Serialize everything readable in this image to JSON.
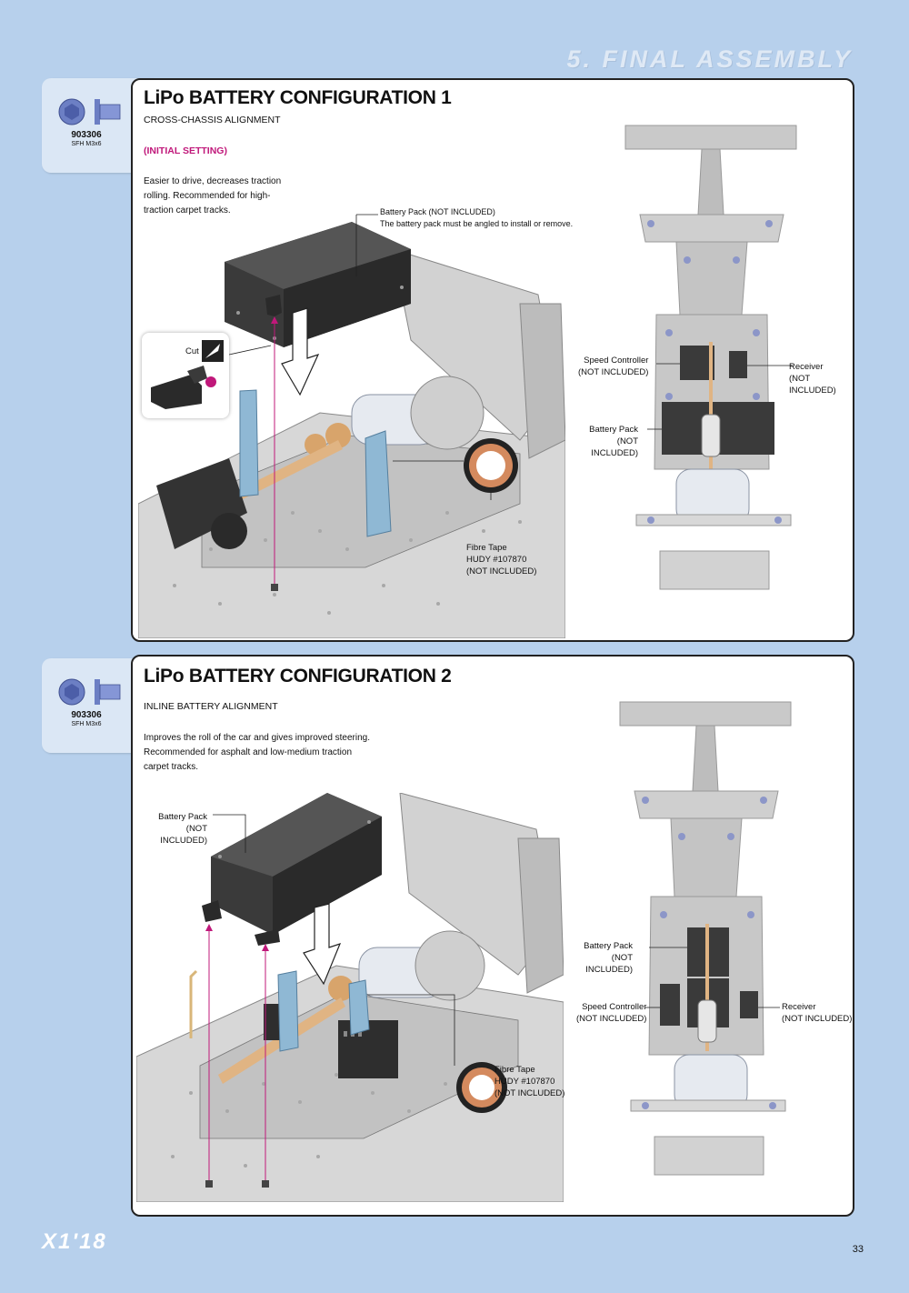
{
  "header": {
    "section_title": "5. FINAL ASSEMBLY"
  },
  "part": {
    "code": "903306",
    "desc": "SFH M3x6"
  },
  "config1": {
    "title": "LiPo BATTERY CONFIGURATION 1",
    "subtitle": "CROSS-CHASSIS ALIGNMENT",
    "note": "(INITIAL SETTING)",
    "description": [
      "Easier to drive, decreases traction",
      "rolling. Recommended for high-",
      "traction carpet tracks."
    ],
    "battery_label": [
      "Battery Pack (NOT INCLUDED)",
      "The battery pack must be angled to install or remove."
    ],
    "cut_label": "Cut",
    "fibre_label": [
      "Fibre Tape",
      "HUDY #107870",
      "(NOT INCLUDED)"
    ],
    "speed_label": [
      "Speed Controller",
      "(NOT INCLUDED)"
    ],
    "receiver_label": [
      "Receiver",
      "(NOT INCLUDED)"
    ],
    "battery2_label": [
      "Battery Pack",
      "(NOT INCLUDED)"
    ]
  },
  "config2": {
    "title": "LiPo BATTERY CONFIGURATION 2",
    "subtitle": "INLINE BATTERY ALIGNMENT",
    "description": [
      "Improves the roll of the car and gives improved steering.",
      "Recommended for asphalt and low-medium traction",
      "carpet tracks."
    ],
    "battery_label": [
      "Battery Pack",
      "(NOT INCLUDED)"
    ],
    "fibre_label": [
      "Fibre Tape",
      "HUDY #107870",
      "(NOT INCLUDED)"
    ],
    "battery2_label": [
      "Battery Pack",
      "(NOT INCLUDED)"
    ],
    "speed_label": [
      "Speed Controller",
      "(NOT INCLUDED)"
    ],
    "receiver_label": [
      "Receiver",
      "(NOT INCLUDED)"
    ]
  },
  "footer": {
    "logo": "X1'18",
    "page_number": "33"
  },
  "colors": {
    "background": "#b7d0ec",
    "accent": "#c0187a",
    "screw": "#6c7fc4"
  }
}
